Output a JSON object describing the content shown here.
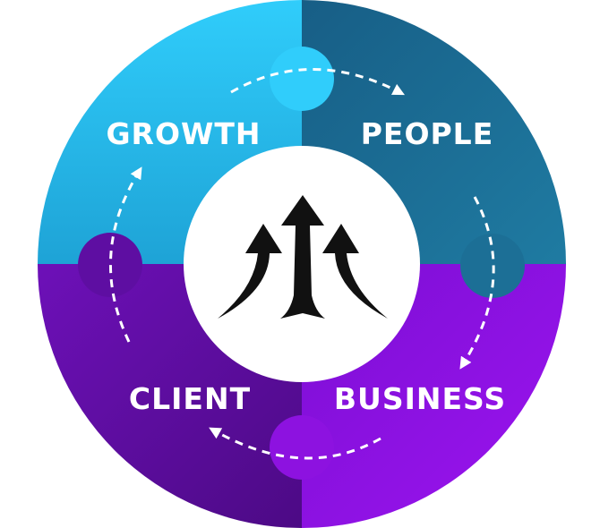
{
  "quadrants": {
    "growth": {
      "label": "GROWTH"
    },
    "people": {
      "label": "PEOPLE"
    },
    "business": {
      "label": "BUSINESS"
    },
    "client": {
      "label": "CLIENT"
    }
  },
  "colors": {
    "growth_light": "#30cdfb",
    "growth_dark": "#1ea3d6",
    "people_light": "#1f7ba2",
    "people_dark": "#175e86",
    "business_light": "#9c14ef",
    "business_dark": "#7c0fd4",
    "client_light": "#6d10b8",
    "client_dark": "#4c0a85",
    "center": "#ffffff",
    "arrows_icon": "#111111",
    "cycle_arrows": "#ffffff"
  },
  "center_icon": "three-rising-arrows-icon"
}
